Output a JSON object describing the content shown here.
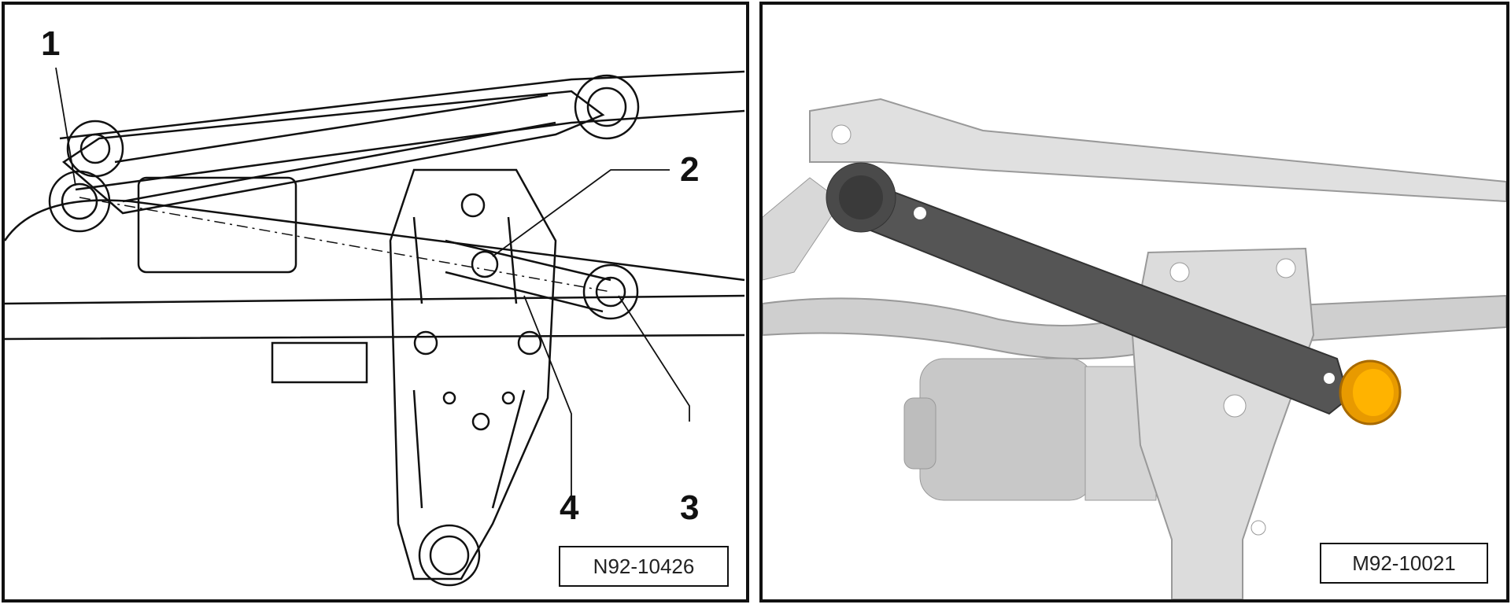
{
  "left_figure": {
    "callouts": [
      "1",
      "2",
      "3",
      "4"
    ],
    "figure_id": "N92-10426"
  },
  "right_figure": {
    "figure_id": "M92-10021",
    "highlight_color": "#f0a000"
  }
}
